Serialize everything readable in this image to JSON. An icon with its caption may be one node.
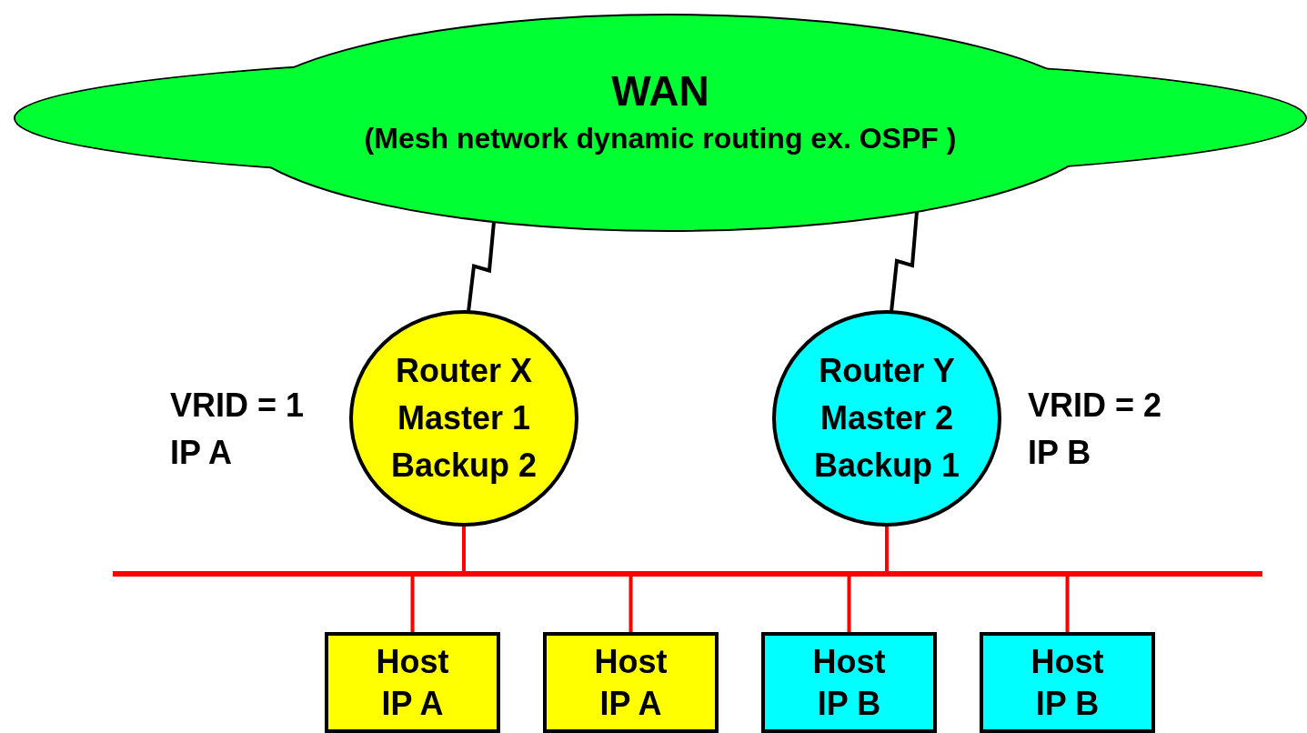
{
  "diagram": {
    "nodes": [
      {
        "text": [
          "WAN",
          "(Mesh network dynamic routing ex. OSPF )"
        ]
      },
      {
        "text": [
          "Router X Master 1 Backup 2"
        ],
        "beside": [
          "VRID = 1",
          "IP A"
        ]
      },
      {
        "text": [
          "Router Y Master 2 Backup 1"
        ],
        "beside": [
          "VRID = 2",
          "IP B"
        ]
      },
      {
        "text": [],
        "shape": "bar"
      },
      {
        "text": [
          "Host IP A"
        ]
      },
      {
        "text": [
          "Host IP A"
        ]
      },
      {
        "text": [
          "Host IP B"
        ]
      },
      {
        "text": [
          "Host IP B"
        ]
      }
    ],
    "edges": [
      {
        "from": 0,
        "to": 1,
        "arrow": "none",
        "color": "#000000"
      },
      {
        "from": 0,
        "to": 2,
        "arrow": "none",
        "color": "#000000"
      },
      {
        "from": 1,
        "to": 3,
        "arrow": "none"
      },
      {
        "from": 2,
        "to": 3,
        "arrow": "none"
      },
      {
        "from": 3,
        "to": 4,
        "arrow": "none"
      },
      {
        "from": 3,
        "to": 5,
        "arrow": "none"
      },
      {
        "from": 3,
        "to": 6,
        "arrow": "none"
      },
      {
        "from": 3,
        "to": 7,
        "arrow": "none"
      }
    ]
  }
}
